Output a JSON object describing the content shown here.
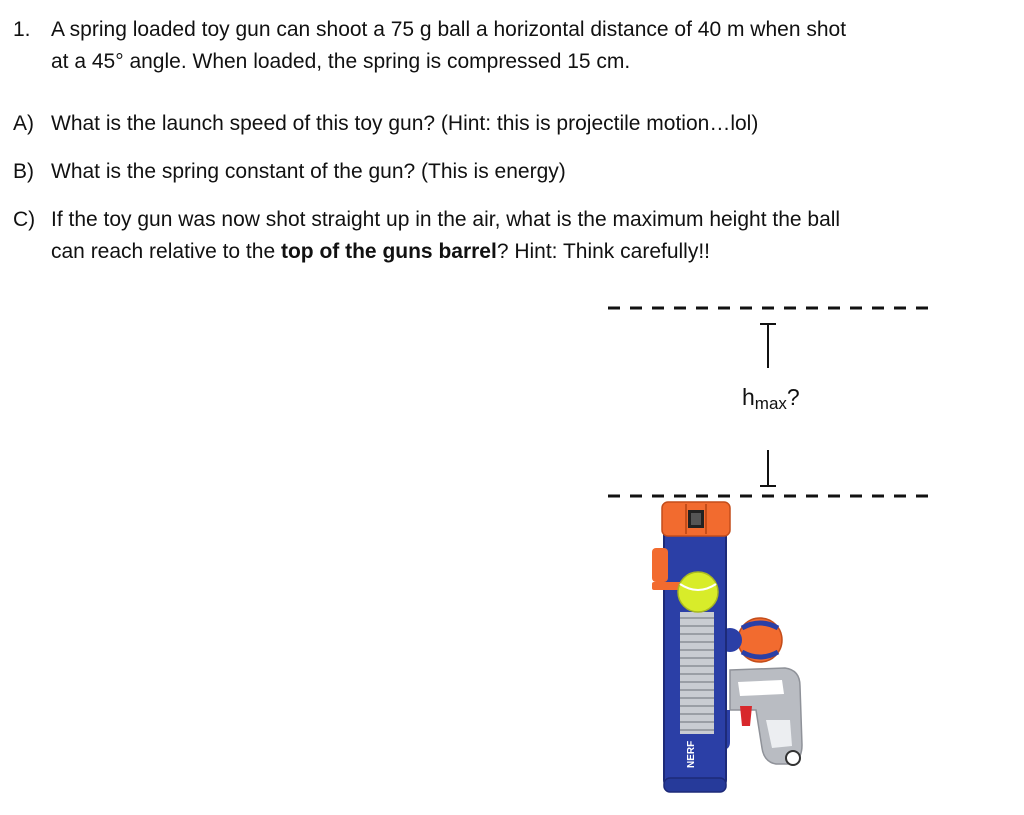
{
  "problem": {
    "number": "1.",
    "line1": "A spring loaded toy gun can shoot a 75 g ball a horizontal distance of 40 m when shot",
    "line2": "at a 45° angle. When loaded, the spring is compressed 15 cm."
  },
  "part_a": {
    "letter": "A)",
    "text": "What is the launch speed of this toy gun? (Hint: this is projectile motion…lol)"
  },
  "part_b": {
    "letter": "B)",
    "text": "What is the spring constant of the gun? (This is energy)"
  },
  "part_c": {
    "letter": "C)",
    "line1": "If the toy gun was now shot straight up in the air, what is the maximum height the ball",
    "line2_pre": "can reach relative to the ",
    "line2_bold": "top of the guns barrel",
    "line2_post": "? Hint: Think carefully!!"
  },
  "figure": {
    "h_symbol": "h",
    "h_subscript": "max",
    "h_question": "?",
    "brand_text": "NERF",
    "colors": {
      "barrel_blue": "#2b3fa6",
      "cap_orange": "#f26b2f",
      "ball_yellow": "#d8ec2a",
      "spring_gray": "#c9ccd2",
      "grip_gray": "#b9bcc2"
    }
  }
}
